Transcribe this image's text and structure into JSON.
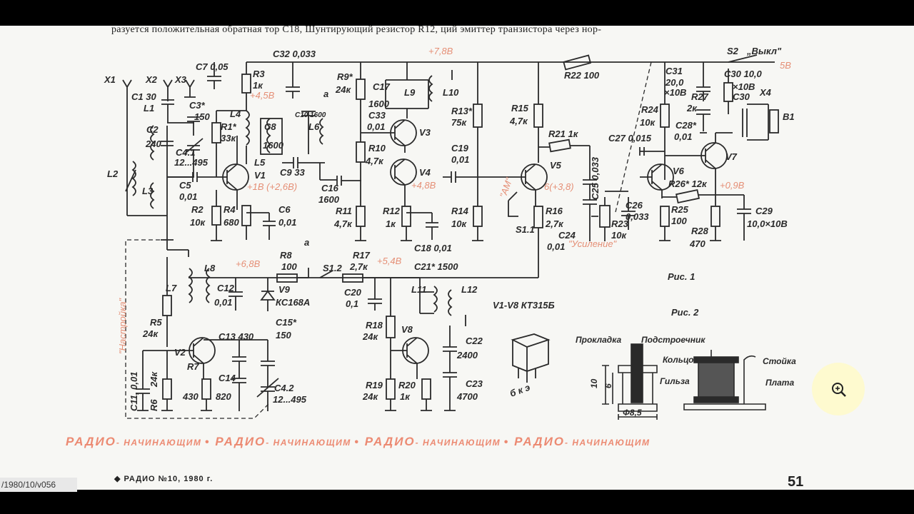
{
  "header_text": "разуется   положительная     обратная    тор  C18, Шунтирующий  резистор  R12,    ций  эмиттер  транзистора  через  нор-",
  "labels": {
    "x1": "X1",
    "x2": "X2",
    "x3": "X3",
    "c1": "C1 30",
    "l1": "L1",
    "c2": "C2",
    "c2v": "240",
    "c3": "C3*",
    "c3v": "150",
    "c41": "C4.1",
    "c41v": "12...495",
    "l2": "L2",
    "l3": "L3",
    "c5": "C5",
    "c5v": "0,01",
    "c7": "C7 0,05",
    "r3": "R3",
    "r3v": "1к",
    "r1": "R1*",
    "r1v": "33к",
    "l4": "L4",
    "l5": "L5",
    "v1": "V1",
    "r2": "R2",
    "r2v": "10к",
    "r4": "R4",
    "r4v": "680",
    "c6": "C6",
    "c6v": "0,01",
    "c32": "C32 0,033",
    "c8": "C8",
    "c8v": "1600",
    "c10": "C10 1600",
    "l6": "L6",
    "c9": "C9 33",
    "c16": "C16",
    "c16v": "1600",
    "r9": "R9*",
    "r9v": "24к",
    "a": "a",
    "c17": "C17",
    "c17v": "1600",
    "l9": "L9",
    "l10": "L10",
    "c33": "C33",
    "c33v": "0,01",
    "r10": "R10",
    "r10v": "4,7к",
    "v3": "V3",
    "v4": "V4",
    "r11": "R11",
    "r11v": "4,7к",
    "r12": "R12",
    "r12v": "1к",
    "c18": "C18 0,01",
    "r13": "R13*",
    "r13v": "75к",
    "c19": "C19",
    "c19v": "0,01",
    "r14": "R14",
    "r14v": "10к",
    "r15": "R15",
    "r15v": "4,7к",
    "r21": "R21 1к",
    "v5": "V5",
    "r16": "R16",
    "r16v": "2,7к",
    "s11": "S1.1",
    "c24": "C24",
    "c24v": "0,01",
    "c25": "C25 0,033",
    "r22": "R22 100",
    "s2": "S2",
    "vykl": "„Выкл\"",
    "c31": "C31",
    "c31v1": "20,0",
    "c31v2": "×10В",
    "r27": "R27",
    "r27v": "2к",
    "c30": "C30 10,0",
    "c30b": "×10В",
    "c30c": "C30",
    "x4": "X4",
    "b1": "B1",
    "r24": "R24",
    "r24v": "10к",
    "c28": "C28*",
    "c28v": "0,01",
    "c27": "C27 0,015",
    "v7": "V7",
    "v6": "V6",
    "r26": "R26* 12к",
    "r25": "R25",
    "r25v": "100",
    "c26": "C26",
    "c26v": "0,033",
    "r23": "R23",
    "r23v": "10к",
    "r28": "R28",
    "r28v": "470",
    "c29": "C29",
    "c29v": "10,0×10В",
    "l7": "L7",
    "l8": "L8",
    "r5": "R5",
    "r5v": "24к",
    "v2": "V2",
    "r7": "R7",
    "r7v": "430",
    "c11": "C11, 0,01",
    "r6": "R6",
    "r6v": "24к",
    "c12": "C12",
    "c12v": "0,01",
    "c13": "C13 430",
    "c14": "C14",
    "c14v": "820",
    "c15": "C15*",
    "c15v": "150",
    "c42": "C4.2",
    "c42v": "12...495",
    "r8": "R8",
    "r8v": "100",
    "v9": "V9",
    "v9v": "КС168А",
    "s12": "S1.2",
    "r17": "R17",
    "r17v": "2,7к",
    "c20": "C20",
    "c20v": "0,1",
    "c21": "C21* 1500",
    "l11": "L11",
    "l12": "L12",
    "r18": "R18",
    "r18v": "24к",
    "v8": "V8",
    "r19": "R19",
    "r19v": "24к",
    "r20": "R20",
    "r20v": "1к",
    "c22": "C22",
    "c22v": "2400",
    "c23": "C23",
    "c23v": "4700",
    "trans_note": "V1-V8  КТ315Б",
    "pins": "б к э",
    "ris1": "Рис. 1",
    "ris2": "Рис. 2",
    "prokladka": "Прокладка",
    "podstr": "Подстроечник",
    "koltso": "Кольцо",
    "gilza": "Гильза",
    "stoyka": "Стойка",
    "plata": "Плата",
    "dim10": "10",
    "dim6": "6",
    "dim85": "Φ8,5"
  },
  "voltages": {
    "v78": "+7,8В",
    "v45": "+4,5В",
    "v18": "+1В (+2,6В)",
    "v48": "+4,8В",
    "v6": "6(+3,8)",
    "v09": "+0,9В",
    "v68": "+6,8В",
    "v54": "+5,4В",
    "vb": "5В",
    "am": "\"АМ\"",
    "usilenie": "\"Усиление\"",
    "nastroika": "\"Настройка\""
  },
  "banner": {
    "big": "РАДИО",
    "small": "- НАЧИНАЮЩИМ"
  },
  "footer": "◆ РАДИО №10, 1980 г.",
  "page_number": "51",
  "url_tag": "/1980/10/v056",
  "colors": {
    "ink": "#2a2a2a",
    "red_annotation": "#e58f76",
    "paper": "#f7f7f4",
    "zoom_bg": "#fff8c8"
  },
  "icons": {
    "zoom": "zoom-in-icon"
  }
}
